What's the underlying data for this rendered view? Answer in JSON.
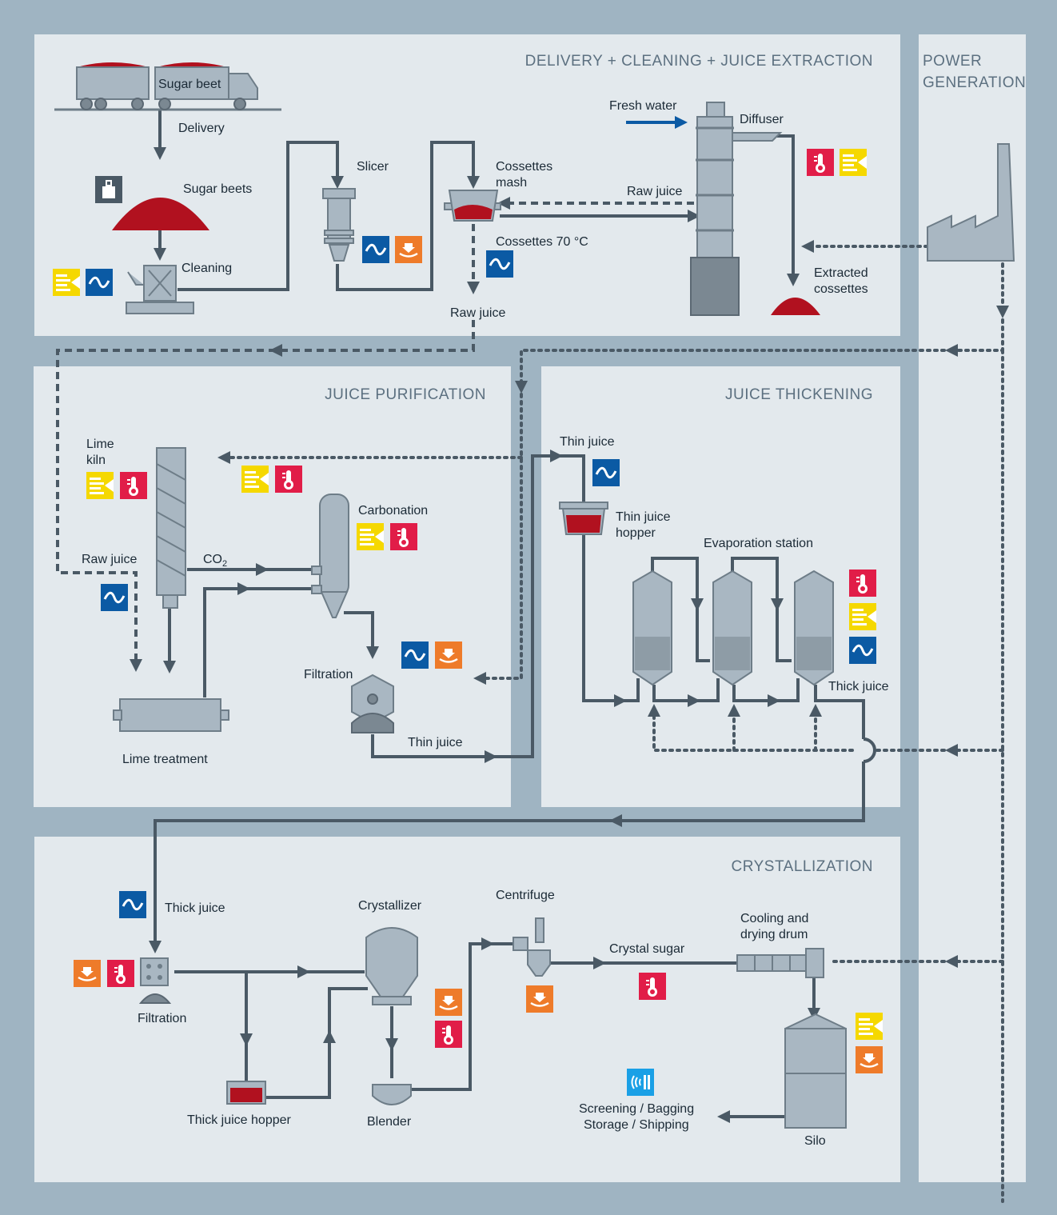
{
  "sections": {
    "delivery": "DELIVERY + CLEANING + JUICE EXTRACTION",
    "power_line1": "POWER",
    "power_line2": "GENERATION",
    "purification": "JUICE PURIFICATION",
    "thickening": "JUICE THICKENING",
    "crystallization": "CRYSTALLIZATION"
  },
  "labels": {
    "sugar_beet": "Sugar beet",
    "delivery": "Delivery",
    "sugar_beets": "Sugar beets",
    "cleaning": "Cleaning",
    "slicer": "Slicer",
    "cossettes_mash_1": "Cossettes",
    "cossettes_mash_2": "mash",
    "cossettes_70": "Cossettes 70 °C",
    "raw_juice_top": "Raw juice",
    "raw_juice_bottom": "Raw juice",
    "fresh_water": "Fresh water",
    "diffuser": "Diffuser",
    "extracted_1": "Extracted",
    "extracted_2": "cossettes",
    "lime_kiln_1": "Lime",
    "lime_kiln_2": "kiln",
    "carbonation": "Carbonation",
    "raw_juice_purif": "Raw juice",
    "co2": "CO",
    "co2_sub": "2",
    "filtration_purif": "Filtration",
    "lime_treatment": "Lime treatment",
    "thin_juice_purif": "Thin juice",
    "thin_juice_thick": "Thin juice",
    "thin_hopper_1": "Thin juice",
    "thin_hopper_2": "hopper",
    "evaporation": "Evaporation station",
    "thick_juice_evap": "Thick juice",
    "thick_juice_cryst": "Thick juice",
    "filtration_cryst": "Filtration",
    "thick_juice_hopper": "Thick juice hopper",
    "crystallizer": "Crystallizer",
    "blender": "Blender",
    "centrifuge": "Centrifuge",
    "crystal_sugar": "Crystal sugar",
    "cooling_1": "Cooling and",
    "cooling_2": "drying drum",
    "silo": "Silo",
    "screening_1": "Screening / Bagging",
    "screening_2": "Storage / Shipping"
  },
  "icon_colors": {
    "flow": "#0b5aa4",
    "level": "#ee7b2a",
    "temperature": "#e11d48",
    "pressure": "#f5d800",
    "weighing": "#4a5965",
    "communication": "#1aa0e6"
  }
}
